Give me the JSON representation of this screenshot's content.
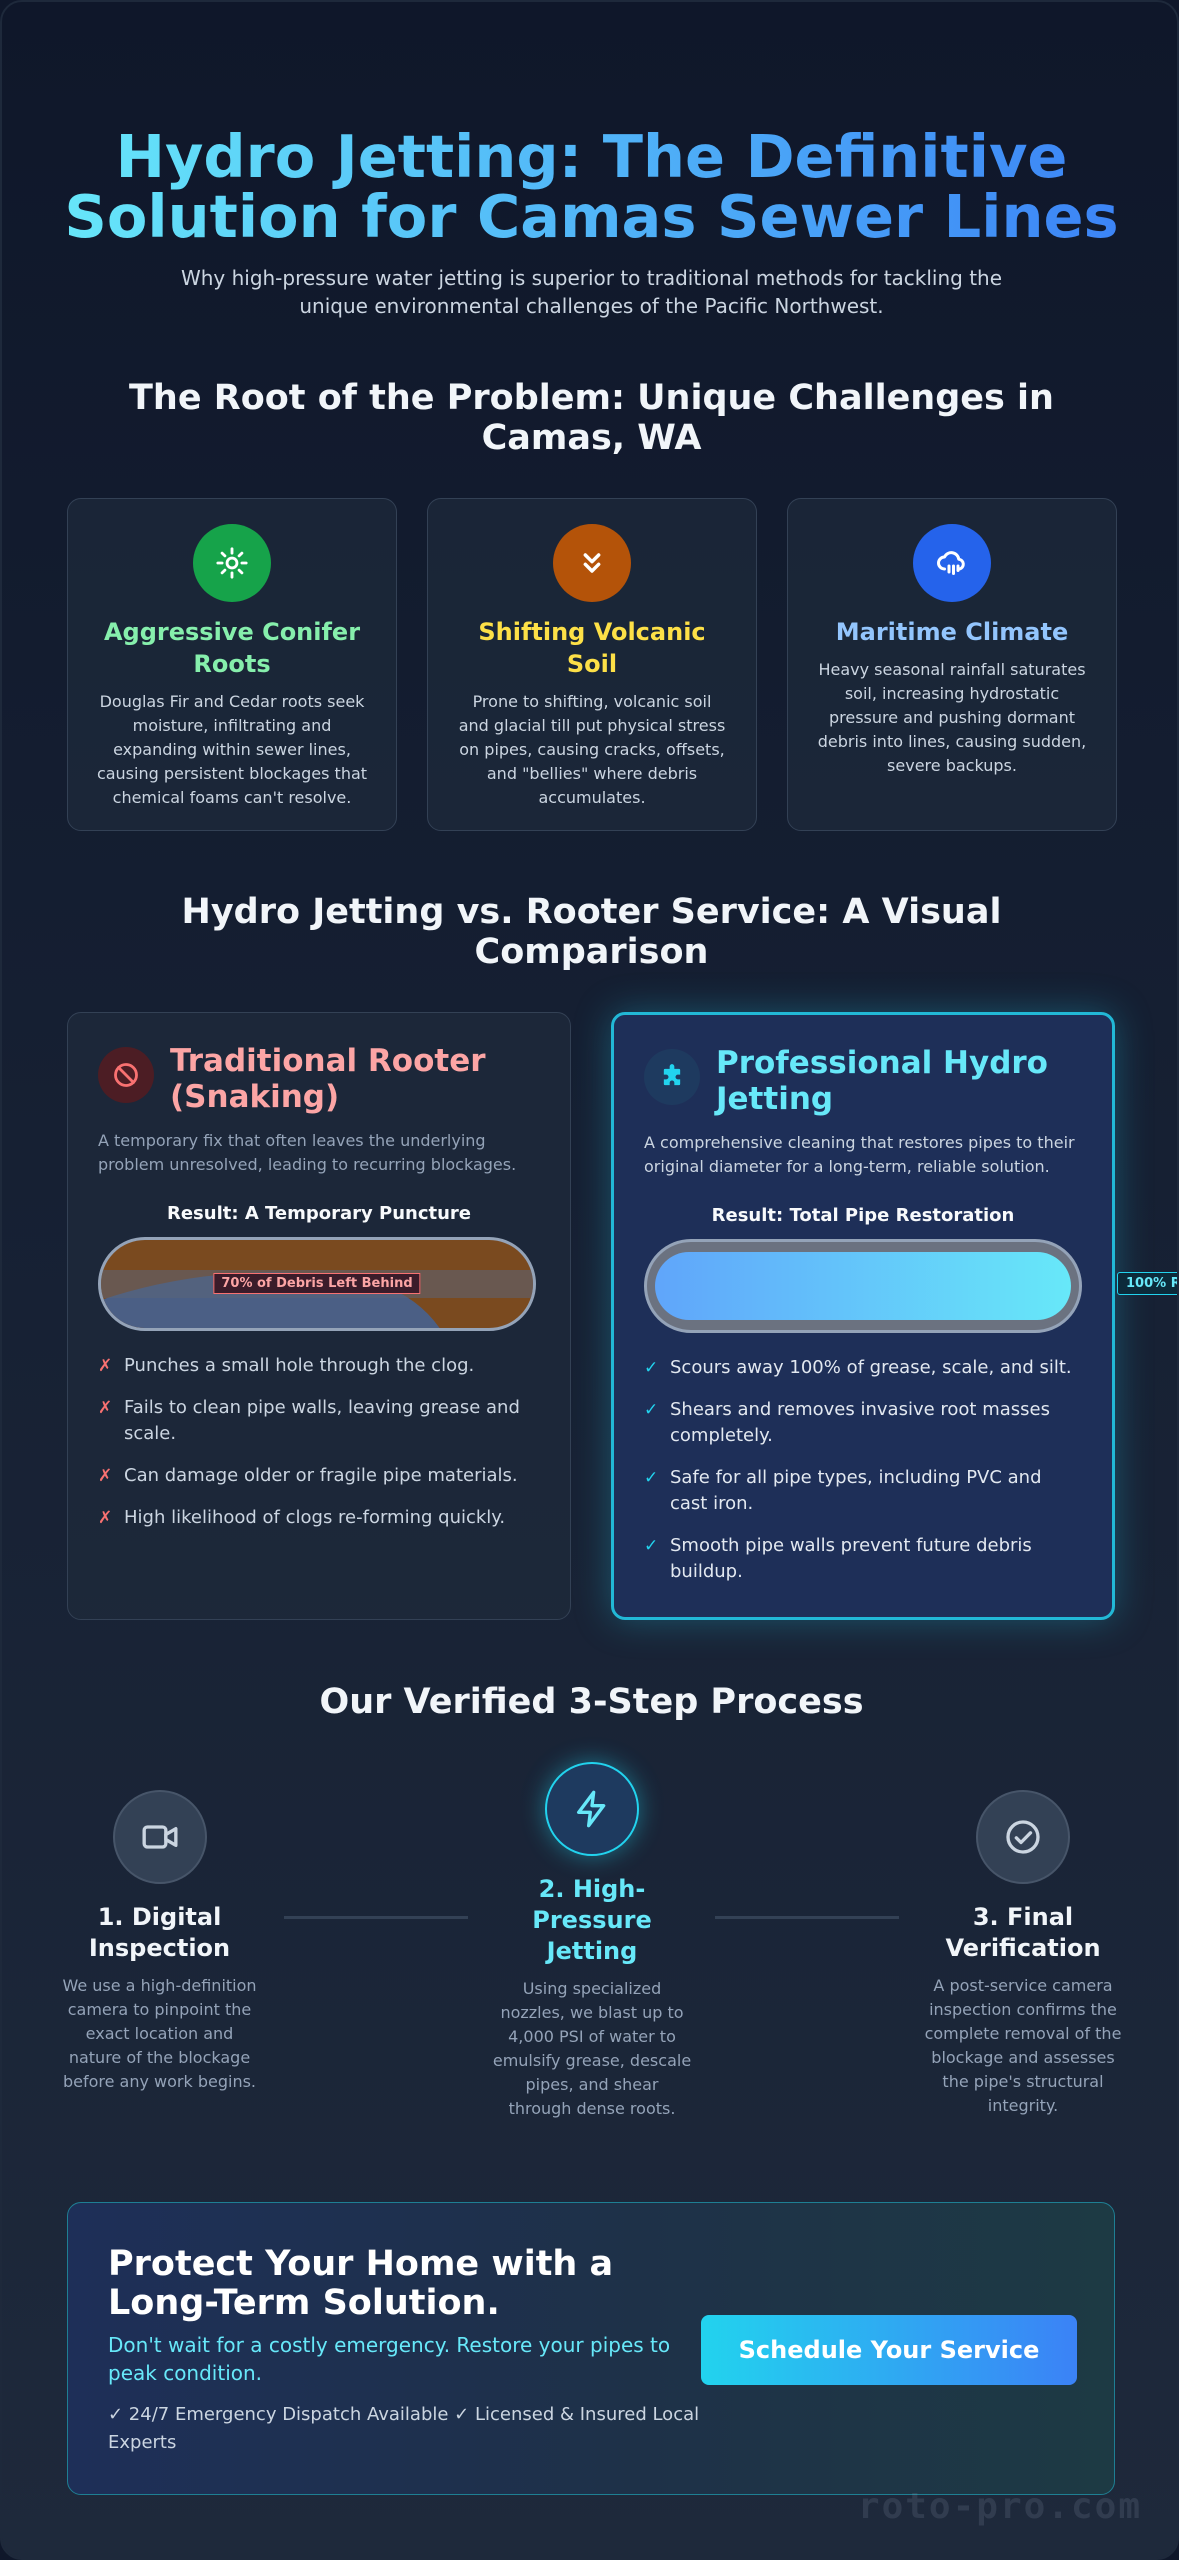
{
  "hero": {
    "title": "Hydro Jetting: The Definitive Solution for Camas Sewer Lines",
    "subtitle": "Why high-pressure water jetting is superior to traditional methods for tackling the unique environmental challenges of the Pacific Northwest."
  },
  "challenges": {
    "title": "The Root of the Problem: Unique Challenges in Camas, WA",
    "cards": [
      {
        "icon": "root-icon",
        "title": "Aggressive Conifer Roots",
        "text": "Douglas Fir and Cedar roots seek moisture, infiltrating and expanding within sewer lines, causing persistent blockages that chemical foams can't resolve.",
        "color": "#86efac",
        "icon_bg": "#16a34a"
      },
      {
        "icon": "double-chevron-down-icon",
        "title": "Shifting Volcanic Soil",
        "text": "Prone to shifting, volcanic soil and glacial till put physical stress on pipes, causing cracks, offsets, and \"bellies\" where debris accumulates.",
        "color": "#fde047",
        "icon_bg": "#b45309"
      },
      {
        "icon": "cloud-rain-icon",
        "title": "Maritime Climate",
        "text": "Heavy seasonal rainfall saturates soil, increasing hydrostatic pressure and pushing dormant debris into lines, causing sudden, severe backups.",
        "color": "#93c5fd",
        "icon_bg": "#2563eb"
      }
    ]
  },
  "comparison": {
    "title": "Hydro Jetting vs. Rooter Service: A Visual Comparison",
    "rooter": {
      "title": "Traditional Rooter (Snaking)",
      "description": "A temporary fix that often leaves the underlying problem unresolved, leading to recurring blockages.",
      "result_label": "Result: A Temporary Puncture",
      "pipe_tag": "70% of Debris Left Behind",
      "debris_left_pct": 70,
      "items": [
        "Punches a small hole through the clog.",
        "Fails to clean pipe walls, leaving grease and scale.",
        "Can damage older or fragile pipe materials.",
        "High likelihood of clogs re-forming quickly."
      ],
      "color": "#fca5a5"
    },
    "jetting": {
      "title": "Professional Hydro Jetting",
      "description": "A comprehensive cleaning that restores pipes to their original diameter for a long-term, reliable solution.",
      "result_label": "Result: Total Pipe Restoration",
      "pipe_tag": "100% R",
      "restored_pct": 100,
      "items": [
        "Scours away 100% of grease, scale, and silt.",
        "Shears and removes invasive root masses completely.",
        "Safe for all pipe types, including PVC and cast iron.",
        "Smooth pipe walls prevent future debris buildup."
      ],
      "color": "#67e8f9"
    },
    "marks": {
      "cross": "✗",
      "check": "✓"
    }
  },
  "process": {
    "title": "Our Verified 3-Step Process",
    "steps": [
      {
        "icon": "video-camera-icon",
        "title": "1. Digital Inspection",
        "text": "We use a high-definition camera to pinpoint the exact location and nature of the blockage before any work begins."
      },
      {
        "icon": "lightning-bolt-icon",
        "title": "2. High-Pressure Jetting",
        "text": "Using specialized nozzles, we blast up to 4,000 PSI of water to emulsify grease, descale pipes, and shear through dense roots."
      },
      {
        "icon": "check-circle-icon",
        "title": "3. Final Verification",
        "text": "A post-service camera inspection confirms the complete removal of the blockage and assesses the pipe's structural integrity."
      }
    ]
  },
  "cta": {
    "title": "Protect Your Home with a Long-Term Solution.",
    "tagline": "Don't wait for a costly emergency. Restore your pipes to peak condition.",
    "assurances": "✓ 24/7 Emergency Dispatch Available ✓ Licensed & Insured Local Experts",
    "button_label": "Schedule Your Service"
  },
  "watermark": "roto-pro.com",
  "colors": {
    "accent": "#22d3ee",
    "brand_blue": "#3b82f6",
    "background": "#0f172a"
  }
}
